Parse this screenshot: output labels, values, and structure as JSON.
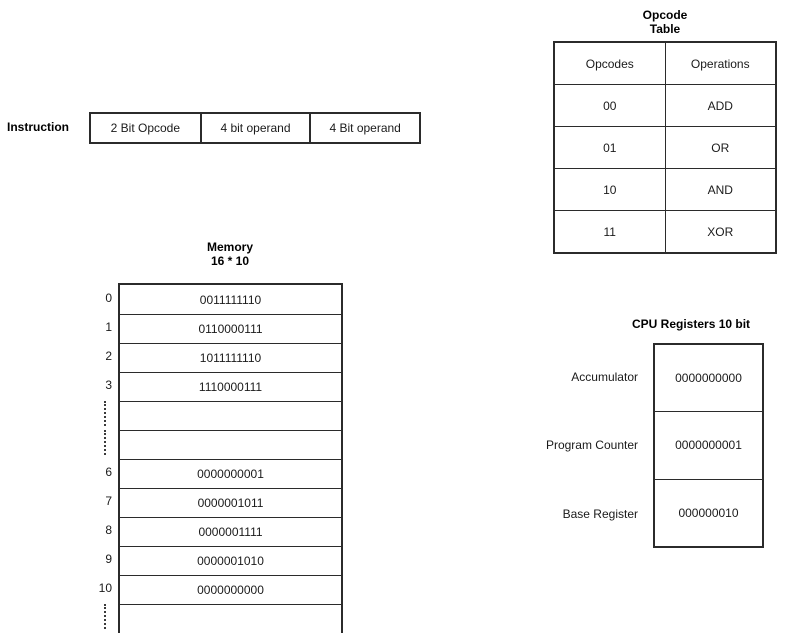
{
  "instruction": {
    "label": "Instruction",
    "fields": [
      {
        "text": "2 Bit Opcode"
      },
      {
        "text": "4 bit operand"
      },
      {
        "text": "4 Bit operand"
      }
    ]
  },
  "opcode_table": {
    "title_line1": "Opcode",
    "title_line2": "Table",
    "headers": [
      "Opcodes",
      "Operations"
    ],
    "rows": [
      {
        "opcode": "00",
        "operation": "ADD"
      },
      {
        "opcode": "01",
        "operation": "OR"
      },
      {
        "opcode": "10",
        "operation": "AND"
      },
      {
        "opcode": "11",
        "operation": "XOR"
      }
    ]
  },
  "memory": {
    "title_line1": "Memory",
    "title_line2": "16 * 10",
    "rows": [
      {
        "index": "0",
        "value": "0011111110"
      },
      {
        "index": "1",
        "value": "0110000111"
      },
      {
        "index": "2",
        "value": "1011111110"
      },
      {
        "index": "3",
        "value": "1110000111"
      },
      {
        "index": "",
        "value": ""
      },
      {
        "index": "",
        "value": ""
      },
      {
        "index": "6",
        "value": "0000000001"
      },
      {
        "index": "7",
        "value": "0000001011"
      },
      {
        "index": "8",
        "value": "0000001111"
      },
      {
        "index": "9",
        "value": "0000001010"
      },
      {
        "index": "10",
        "value": "0000000000"
      },
      {
        "index": "",
        "value": ""
      }
    ]
  },
  "cpu_registers": {
    "title": "CPU Registers 10 bit",
    "registers": [
      {
        "name": "Accumulator",
        "value": "0000000000"
      },
      {
        "name": "Program Counter",
        "value": "0000000001"
      },
      {
        "name": "Base Register",
        "value": "000000010"
      }
    ]
  },
  "colors": {
    "line": "#2b2b2b",
    "text": "#1a1a1a",
    "background": "#ffffff"
  }
}
